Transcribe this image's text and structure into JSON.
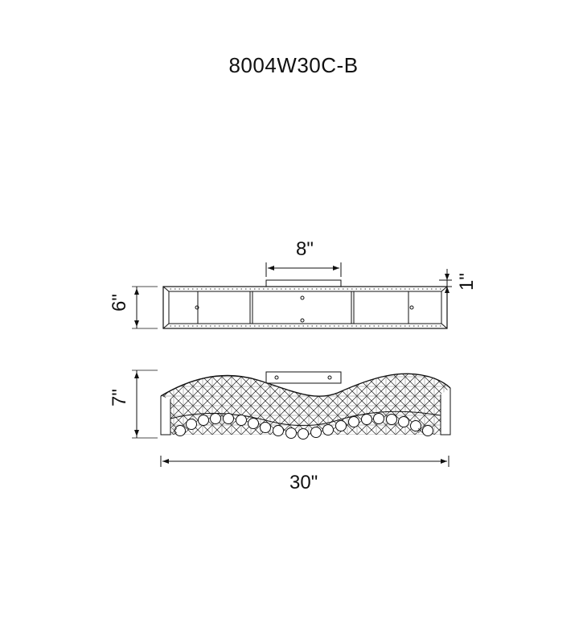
{
  "model_number": "8004W30C-B",
  "dimensions": {
    "canopy_width": "8\"",
    "canopy_height": "1\"",
    "top_view_depth": "6\"",
    "front_view_height": "7\"",
    "overall_width": "30\""
  }
}
